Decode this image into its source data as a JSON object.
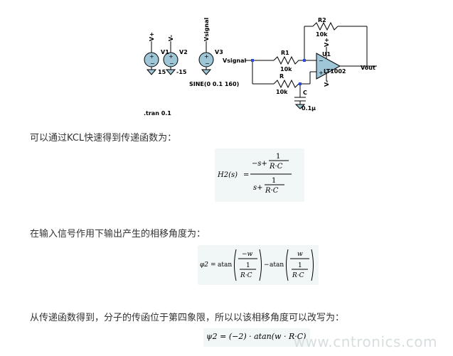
{
  "schematic": {
    "v1": {
      "name": "V1",
      "node": "V+",
      "value": "15"
    },
    "v2": {
      "name": "V2",
      "node": "V-",
      "value": "-15"
    },
    "v3": {
      "name": "V3",
      "node": "Vsignal",
      "source": "SINE(0 0.1 160)"
    },
    "vsignal_label": "Vsignal",
    "r1": {
      "name": "R1",
      "value": "10k"
    },
    "r2": {
      "name": "R2",
      "value": "10k"
    },
    "r": {
      "name": "R",
      "value": "10k"
    },
    "c": {
      "name": "C",
      "value": "0.1µ"
    },
    "u1": {
      "name": "U1",
      "part": "LT1002",
      "vplus": "V+",
      "vminus": "V-"
    },
    "vout": "Vout",
    "tran": ".tran 0.1"
  },
  "text": {
    "p1": "可以通过KCL快速得到传递函数为：",
    "p2": "在输入信号作用下输出产生的相移角度为：",
    "p3": "从传递函数得到，分子的传函位于第四象限，所以以该相移角度可以改写为："
  },
  "formula1": {
    "lhs": "H2(s)",
    "num_lead": "−s+",
    "den_lead": "s+",
    "one": "1",
    "rc": "R·C"
  },
  "formula2": {
    "lhs": "φ2",
    "atan": "atan",
    "minus_w": "−w",
    "w": "w",
    "one": "1",
    "rc": "R·C"
  },
  "formula3": {
    "text": "ψ2 = (−2) · atan(w · R·C)"
  },
  "watermark": "www.cntronics.com"
}
